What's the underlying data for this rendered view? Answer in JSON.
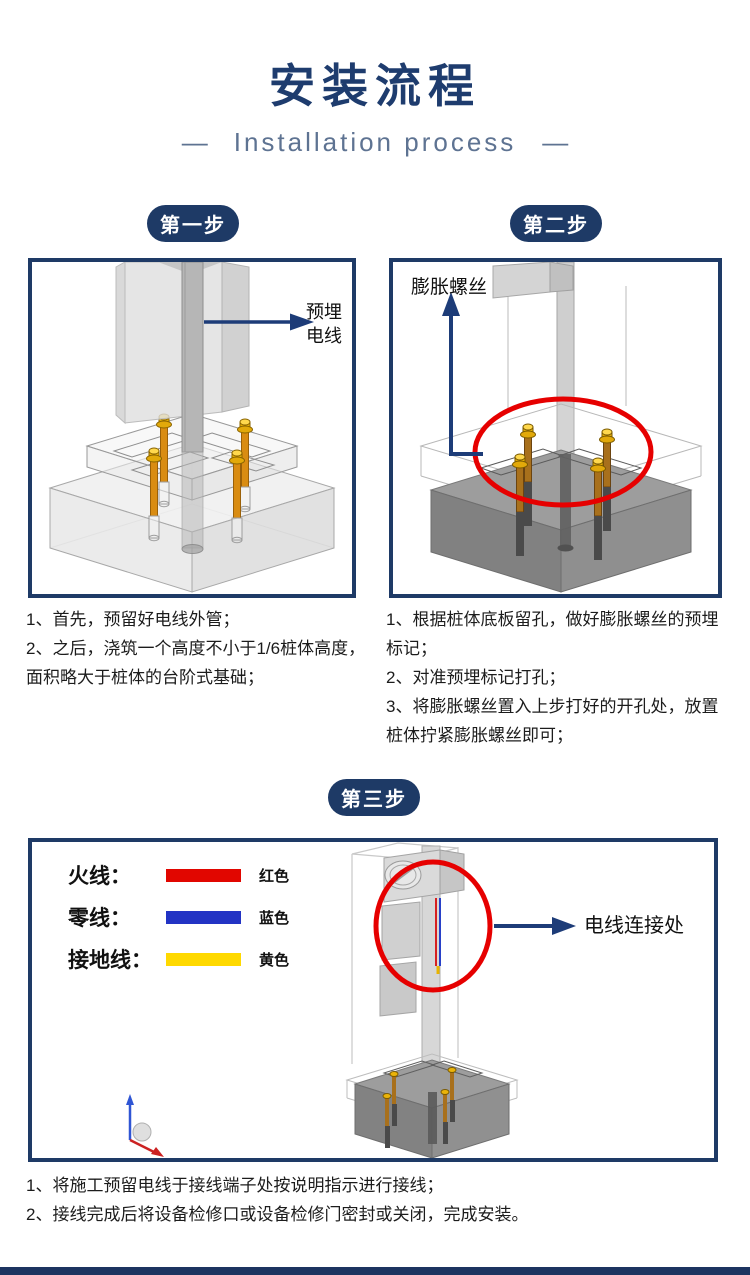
{
  "header": {
    "title": "安装流程",
    "subtitle": "Installation process",
    "dash": "—"
  },
  "colors": {
    "accent_navy": "#1e3a66",
    "highlight_red": "#e60000",
    "arrow_navy": "#1d3c78"
  },
  "steps": [
    {
      "badge": "第一步",
      "annotation_line1": "预埋",
      "annotation_line2": "电线",
      "notes": [
        "1、首先，预留好电线外管；",
        "2、之后，浇筑一个高度不小于1/6桩体高度，面积略大于桩体的台阶式基础；"
      ]
    },
    {
      "badge": "第二步",
      "annotation": "膨胀螺丝",
      "notes": [
        "1、根据桩体底板留孔，做好膨胀螺丝的预埋标记；",
        "2、对准预埋标记打孔；",
        "3、将膨胀螺丝置入上步打好的开孔处，放置桩体拧紧膨胀螺丝即可；"
      ]
    },
    {
      "badge": "第三步",
      "annotation": "电线连接处",
      "legend": [
        {
          "label": "火线：",
          "swatch_color": "#e10600",
          "color_name": "红色"
        },
        {
          "label": "零线：",
          "swatch_color": "#2233c4",
          "color_name": "蓝色"
        },
        {
          "label": "接地线：",
          "swatch_color": "#ffd900",
          "color_name": "黄色"
        }
      ],
      "notes": [
        "1、将施工预留电线于接线端子处按说明指示进行接线；",
        "2、接线完成后将设备检修口或设备检修门密封或关闭，完成安装。"
      ]
    }
  ]
}
